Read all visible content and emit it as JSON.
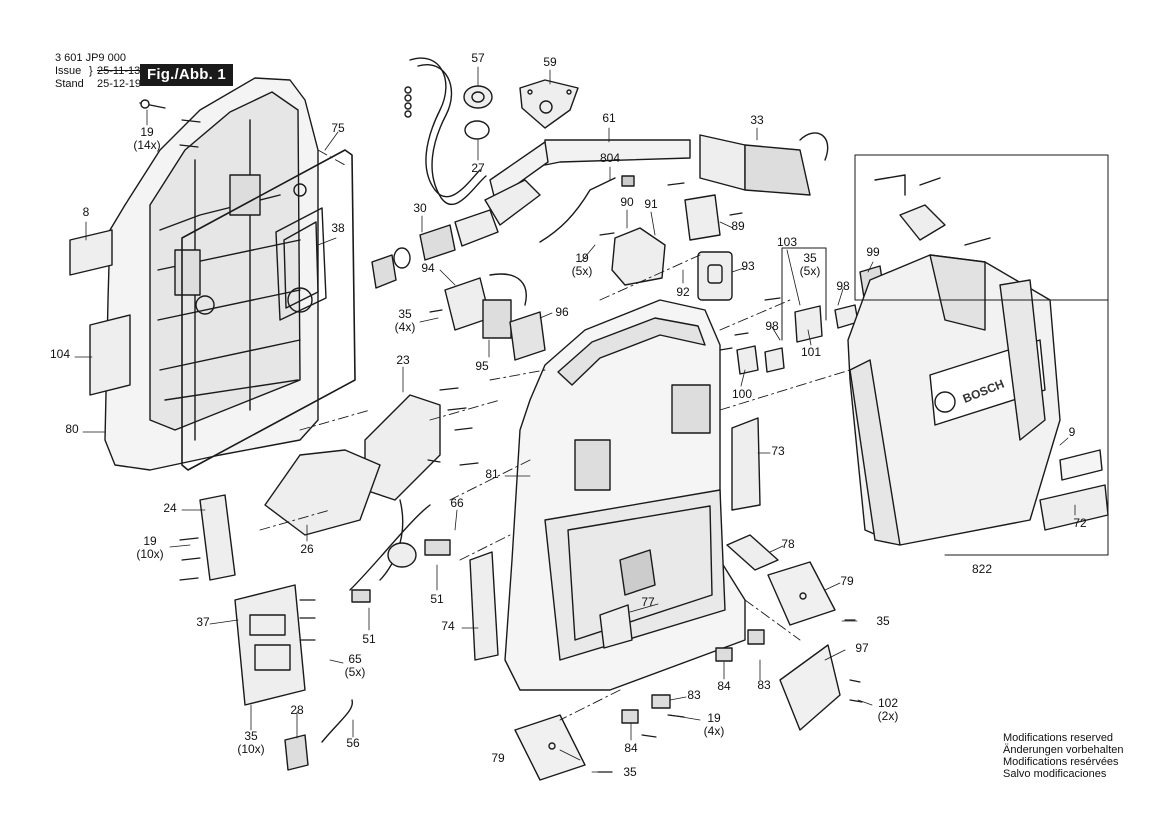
{
  "header": {
    "drawing_number": "3 601 JP9 000",
    "issue_label": "Issue",
    "issue_date": "25-11-13",
    "stand_label": "Stand",
    "stand_date": "25-12-19",
    "figure_label": "Fig./Abb. 1"
  },
  "parts": [
    {
      "ref": "19",
      "qty": "(14x)"
    },
    {
      "ref": "8"
    },
    {
      "ref": "104"
    },
    {
      "ref": "80"
    },
    {
      "ref": "75"
    },
    {
      "ref": "38"
    },
    {
      "ref": "57"
    },
    {
      "ref": "59"
    },
    {
      "ref": "27"
    },
    {
      "ref": "61"
    },
    {
      "ref": "33"
    },
    {
      "ref": "30"
    },
    {
      "ref": "804"
    },
    {
      "ref": "94"
    },
    {
      "ref": "35",
      "qty": "(4x)"
    },
    {
      "ref": "96"
    },
    {
      "ref": "95"
    },
    {
      "ref": "90"
    },
    {
      "ref": "91"
    },
    {
      "ref": "89"
    },
    {
      "ref": "19",
      "qty": "(5x)"
    },
    {
      "ref": "92"
    },
    {
      "ref": "93"
    },
    {
      "ref": "103"
    },
    {
      "ref": "35",
      "qty": "(5x)"
    },
    {
      "ref": "99"
    },
    {
      "ref": "98"
    },
    {
      "ref": "98"
    },
    {
      "ref": "101"
    },
    {
      "ref": "100"
    },
    {
      "ref": "23"
    },
    {
      "ref": "24"
    },
    {
      "ref": "19",
      "qty": "(10x)"
    },
    {
      "ref": "26"
    },
    {
      "ref": "66"
    },
    {
      "ref": "51"
    },
    {
      "ref": "51"
    },
    {
      "ref": "37"
    },
    {
      "ref": "65",
      "qty": "(5x)"
    },
    {
      "ref": "35",
      "qty": "(10x)"
    },
    {
      "ref": "28"
    },
    {
      "ref": "56"
    },
    {
      "ref": "81"
    },
    {
      "ref": "73"
    },
    {
      "ref": "78"
    },
    {
      "ref": "79"
    },
    {
      "ref": "79"
    },
    {
      "ref": "77"
    },
    {
      "ref": "74"
    },
    {
      "ref": "35"
    },
    {
      "ref": "35"
    },
    {
      "ref": "97"
    },
    {
      "ref": "84"
    },
    {
      "ref": "84"
    },
    {
      "ref": "83"
    },
    {
      "ref": "83"
    },
    {
      "ref": "19",
      "qty": "(4x)"
    },
    {
      "ref": "102",
      "qty": "(2x)"
    },
    {
      "ref": "9"
    },
    {
      "ref": "72"
    },
    {
      "ref": "822"
    }
  ],
  "brand_marking": "BOSCH",
  "notes": [
    "Modifications reserved",
    "Änderungen vorbehalten",
    "Modifications resérvées",
    "Salvo modificaciones"
  ]
}
